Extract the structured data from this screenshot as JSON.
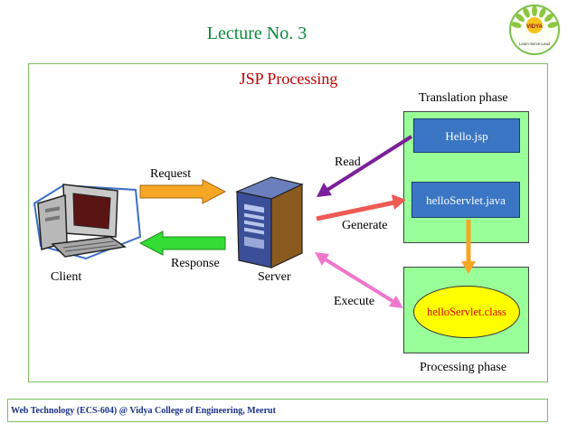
{
  "lecture_title": "Lecture No. 3",
  "diagram": {
    "title": "JSP Processing",
    "phases": {
      "translation": "Translation phase",
      "processing": "Processing phase"
    },
    "files": {
      "jsp": "Hello.jsp",
      "java": "helloServlet.java",
      "class": "helloServlet.class"
    },
    "nodes": {
      "client": "Client",
      "server": "Server"
    },
    "arrows": {
      "request": "Request",
      "response": "Response",
      "read": "Read",
      "generate": "Generate",
      "execute": "Execute"
    },
    "colors": {
      "request": "#f5a623",
      "response": "#33dd33",
      "read": "#7b1f9a",
      "generate": "#ef5a55",
      "execute": "#ee77cc",
      "compile": "#f5a623",
      "phase_box": "#99ff99",
      "file_box": "#3a76c4",
      "class_ellipse": "#ffff00"
    }
  },
  "logo": {
    "text": "VIDYA",
    "tagline": "Learn-Serve-Lead"
  },
  "footer": "Web Technology (ECS-604) @ Vidya College of Engineering, Meerut"
}
